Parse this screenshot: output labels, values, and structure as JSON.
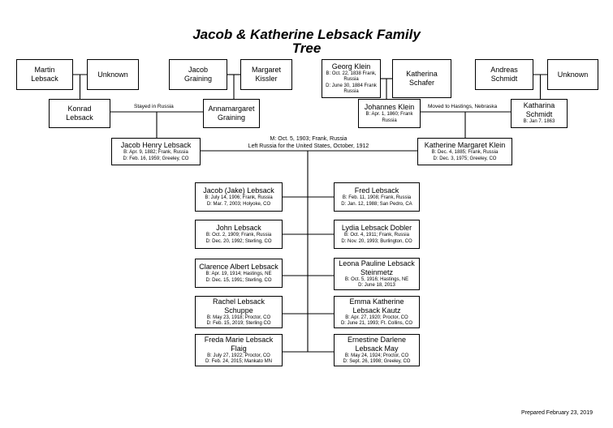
{
  "title": {
    "line1": "Jacob & Katherine Lebsack Family",
    "line2": "Tree"
  },
  "grandparents": {
    "martin": {
      "name1": "Martin",
      "name2": "Lebsack"
    },
    "unknown_left": {
      "name": "Unknown"
    },
    "jacob_graining": {
      "name1": "Jacob",
      "name2": "Graining"
    },
    "margaret": {
      "name1": "Margaret",
      "name2": "Kissler"
    },
    "georg": {
      "name": "Georg Klein",
      "birth": "B: Oct. 22, 1838 Frank,",
      "birth2": "Russia",
      "death": "D: June 30, 1884 Frank",
      "death2": "Russia"
    },
    "katherina_schafer": {
      "name1": "Katherina",
      "name2": "Schafer"
    },
    "andreas": {
      "name1": "Andreas",
      "name2": "Schmidt"
    },
    "unknown_right": {
      "name": "Unknown"
    }
  },
  "parents_gen": {
    "konrad": {
      "name1": "Konrad",
      "name2": "Lebsack"
    },
    "annamargaret": {
      "name1": "Annamargaret",
      "name2": "Graining"
    },
    "johannes": {
      "name": "Johannes Klein",
      "birth": "B: Apr. 1, 1860; Frank",
      "birth2": "Russia"
    },
    "katharina_schmidt": {
      "name1": "Katharina",
      "name2": "Schmidt",
      "birth": "B: Jan 7. 1863"
    }
  },
  "notes": {
    "stayed": "Stayed in Russia",
    "moved": "Moved to Hastings, Nebraska",
    "marriage": "M: Oct. 5, 1903; Frank, Russia",
    "left_russia": "Left Russia for the United States, October, 1912"
  },
  "couple": {
    "jacob": {
      "name": "Jacob Henry Lebsack",
      "birth": "B: Apr. 9, 1882; Frank, Russia",
      "death": "D: Feb. 16, 1959; Greeley, CO"
    },
    "katherine": {
      "name": "Katherine Margaret Klein",
      "birth": "B: Dec. 4, 1885; Frank, Russia",
      "death": "D: Dec. 3, 1975; Greeley, CO"
    }
  },
  "children_left": [
    {
      "name": "Jacob (Jake) Lebsack",
      "birth": "B: July 14, 1906; Frank, Russia",
      "death": "D: Mar. 7, 2003; Holyoke, CO"
    },
    {
      "name": "John Lebsack",
      "birth": "B: Oct. 2, 1909; Frank, Russia",
      "death": "D: Dec. 20, 1992; Sterling, CO"
    },
    {
      "name": "Clarence Albert Lebsack",
      "birth": "B: Apr. 19, 1914; Hastings, NE",
      "death": "D: Dec. 15, 1991; Sterling, CO"
    },
    {
      "name": "Rachel Lebsack",
      "name2": "Schuppe",
      "birth": "B: May 23, 1918; Proctor, CO",
      "death": "D: Feb. 15, 2019; Sterling CO"
    },
    {
      "name": "Freda Marie Lebsack",
      "name2": "Flaig",
      "birth": "B: July 27, 1922; Proctor, CO",
      "death": "D: Feb. 24, 2015; Mankato MN"
    }
  ],
  "children_right": [
    {
      "name": "Fred Lebsack",
      "birth": "B: Feb. 11, 1908; Frank, Russia",
      "death": "D: Jan. 12, 1988; San Pedro, CA"
    },
    {
      "name": "Lydia Lebsack Dobler",
      "birth": "B: Oct. 4, 1911; Frank, Russia",
      "death": "D: Nov. 20, 1993; Burlington, CO"
    },
    {
      "name": "Leona Pauline Lebsack",
      "name2": "Steinmetz",
      "birth": "B: Oct. 5, 1916; Hastings, NE",
      "death": "D: June 18, 2013"
    },
    {
      "name": "Emma Katherine",
      "name2": "Lebsack Kautz",
      "birth": "B: Apr. 27, 1920; Proctor, CO",
      "death": "D: June 21, 1993; Ft. Collins, CO"
    },
    {
      "name": "Ernestine Darlene",
      "name2": "Lebsack May",
      "birth": "B: May 24, 1924; Proctor, CO",
      "death": "D: Sept. 26, 1998; Greeley, CO"
    }
  ],
  "footer": {
    "prepared": "Prepared February 23, 2019"
  }
}
